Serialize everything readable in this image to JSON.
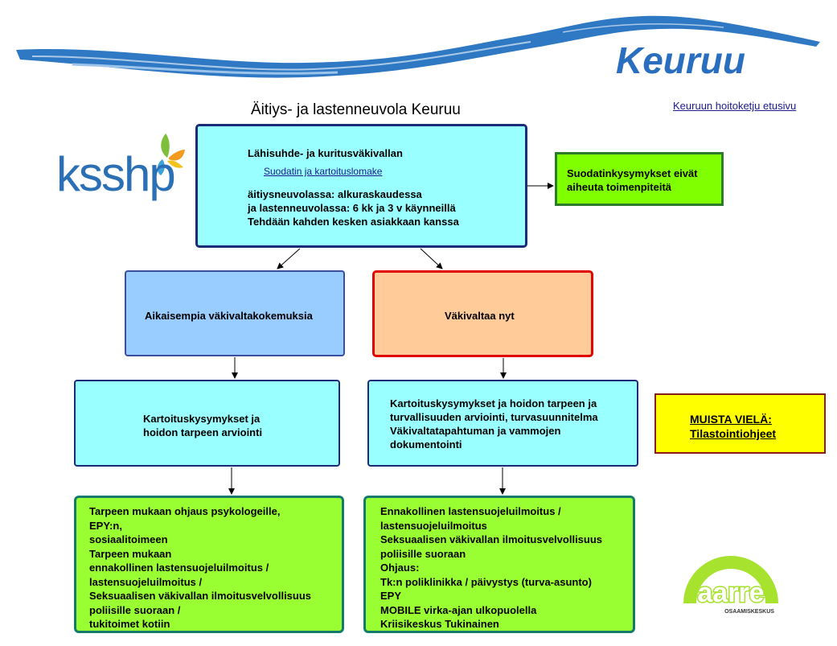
{
  "header": {
    "brand": "Keuruu",
    "title": "Äitiys- ja lastenneuvola Keuruu",
    "home_link": "Keuruun hoitoketju etusivu"
  },
  "logos": {
    "ksshp": "ksshp",
    "aarre": "aarre",
    "aarre_sub": "OSAAMISKESKUS"
  },
  "main_box": {
    "heading": "Lähisuhde- ja kuritusväkivallan",
    "form_link": "Suodatin ja kartoituslomake",
    "lines": [
      "äitiysneuvolassa: alkuraskaudessa",
      "ja lastenneuvolassa: 6 kk ja 3 v käynneillä",
      "Tehdään kahden kesken asiakkaan kanssa"
    ]
  },
  "filter_box": {
    "lines": [
      "Suodatinkysymykset eivät",
      "aiheuta toimenpiteitä"
    ]
  },
  "past_box": {
    "label": "Aikaisempia väkivaltakokemuksia"
  },
  "now_box": {
    "label": "Väkivaltaa nyt"
  },
  "survey_left": {
    "lines": [
      "Kartoituskysymykset ja",
      "hoidon tarpeen arviointi"
    ]
  },
  "survey_right": {
    "lines": [
      "Kartoituskysymykset ja hoidon tarpeen ja",
      "turvallisuuden arviointi, turvasuunnitelma",
      "Väkivaltatapahtuman ja vammojen",
      "dokumentointi"
    ]
  },
  "remember_box": {
    "lines": [
      "MUISTA VIELÄ:",
      "Tilastointiohjeet"
    ]
  },
  "actions_left": {
    "lines": [
      "Tarpeen mukaan ohjaus psykologeille,",
      "EPY:n,",
      "sosiaalitoimeen",
      "Tarpeen mukaan",
      "ennakollinen lastensuojeluilmoitus /",
      "lastensuojeluilmoitus /",
      "Seksuaalisen väkivallan ilmoitusvelvollisuus",
      "poliisille suoraan /",
      "tukitoimet kotiin"
    ]
  },
  "actions_right": {
    "lines": [
      "Ennakollinen lastensuojeluilmoitus /",
      "lastensuojeluilmoitus",
      "Seksuaalisen väkivallan ilmoitusvelvollisuus",
      "poliisille suoraan",
      "Ohjaus:",
      "Tk:n poliklinikka / päivystys (turva-asunto)",
      "EPY",
      "MOBILE virka-ajan ulkopuolella",
      "Kriisikeskus Tukinainen"
    ]
  },
  "colors": {
    "brand_blue": "#2a6fbf",
    "cyan_box": "#99ffff",
    "green_box": "#99ff33",
    "filter_green": "#80ff00",
    "peach_box": "#ffcc99",
    "light_blue_box": "#99ccff",
    "yellow_box": "#ffff00",
    "alert_red": "#e00000"
  }
}
